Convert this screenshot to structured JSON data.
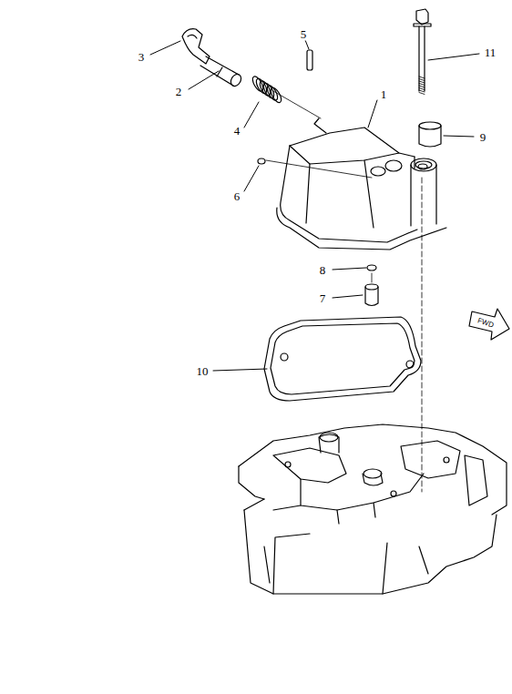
{
  "diagram": {
    "labels": [
      "5",
      "11",
      "3",
      "1",
      "9",
      "2",
      "4",
      "6",
      "8",
      "7",
      "10",
      "FWD"
    ]
  }
}
